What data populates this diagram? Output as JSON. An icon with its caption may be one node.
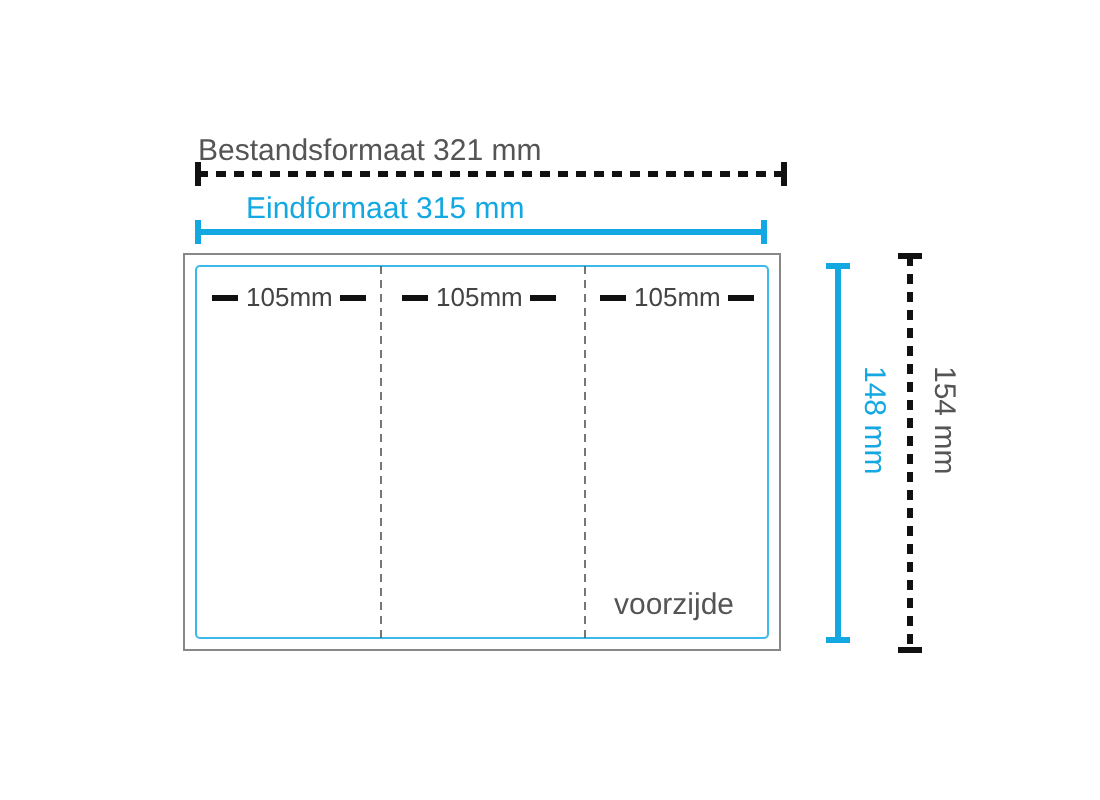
{
  "diagram": {
    "labels": [
      "Bestandsformaat 321 mm",
      "Eindformaat 315 mm",
      "105mm",
      "105mm",
      "105mm",
      "148 mm",
      "154 mm",
      "voorzijde"
    ]
  }
}
